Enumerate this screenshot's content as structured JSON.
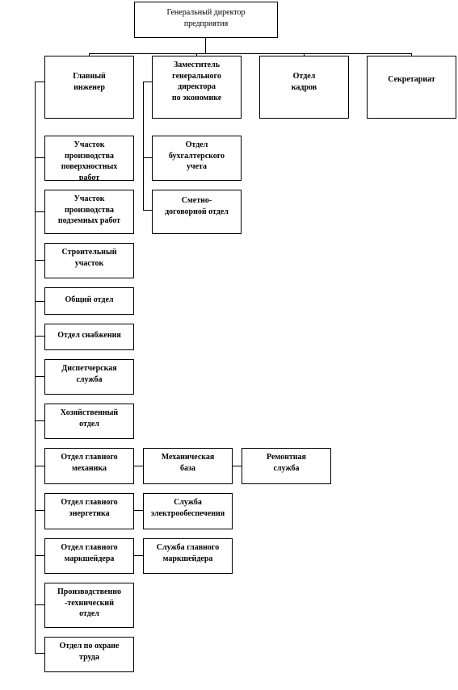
{
  "nodes": {
    "ceo": "Генеральный директор\nпредприятия",
    "chief_engineer": "Главный\nинженер",
    "deputy_economics": "Заместитель\nгенерального\nдиректора\nпо экономике",
    "hr": "Отдел\nкадров",
    "secretariat": "Секретариат",
    "surface_section": "Участок\nпроизводства\nповерхностных\nработ",
    "underground_section": "Участок\nпроизводства\nподземных работ",
    "construction_section": "Строительный\nучасток",
    "general_dept": "Общий отдел",
    "supply_dept": "Отдел снабжения",
    "dispatch": "Диспетчерская\nслужба",
    "household_dept": "Хозяйственный\nотдел",
    "chief_mechanic": "Отдел главного\nмеханика",
    "chief_power": "Отдел главного\nэнергетика",
    "chief_surveyor": "Отдел главного\nмаркшейдера",
    "production_tech": "Производственно\n-технический\nотдел",
    "labor_safety": "Отдел по охране\nтруда",
    "accounting": "Отдел\nбухгалтерского\nучета",
    "estimates": "Сметно-\nдоговорной отдел",
    "mech_base": "Механическая\nбаза",
    "repair_service": "Ремонтная\nслужба",
    "power_service": "Служба\nэлектрообеспечения",
    "surveyor_service": "Служба главного\nмаркшейдера"
  }
}
